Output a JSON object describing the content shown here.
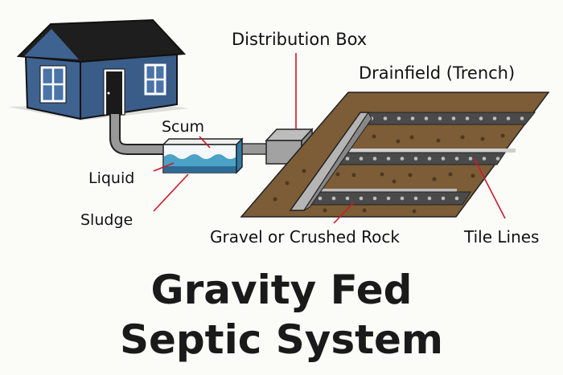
{
  "labels": {
    "distribution_box": "Distribution Box",
    "drainfield": "Drainfield (Trench)",
    "scum": "Scum",
    "liquid": "Liquid",
    "sludge": "Sludge",
    "gravel": "Gravel or Crushed Rock",
    "tile_lines": "Tile Lines"
  },
  "title": {
    "line1": "Gravity Fed",
    "line2": "Septic System"
  },
  "colors": {
    "house": "#3f6390",
    "roof": "#1c1c1c",
    "soil": "#7c5d37",
    "gravel_trench": "#4a4a4a",
    "pipe": "#9a9a9a",
    "water": "#4aa3c6",
    "sludge": "#2f6a95",
    "leader": "#d0182a"
  }
}
